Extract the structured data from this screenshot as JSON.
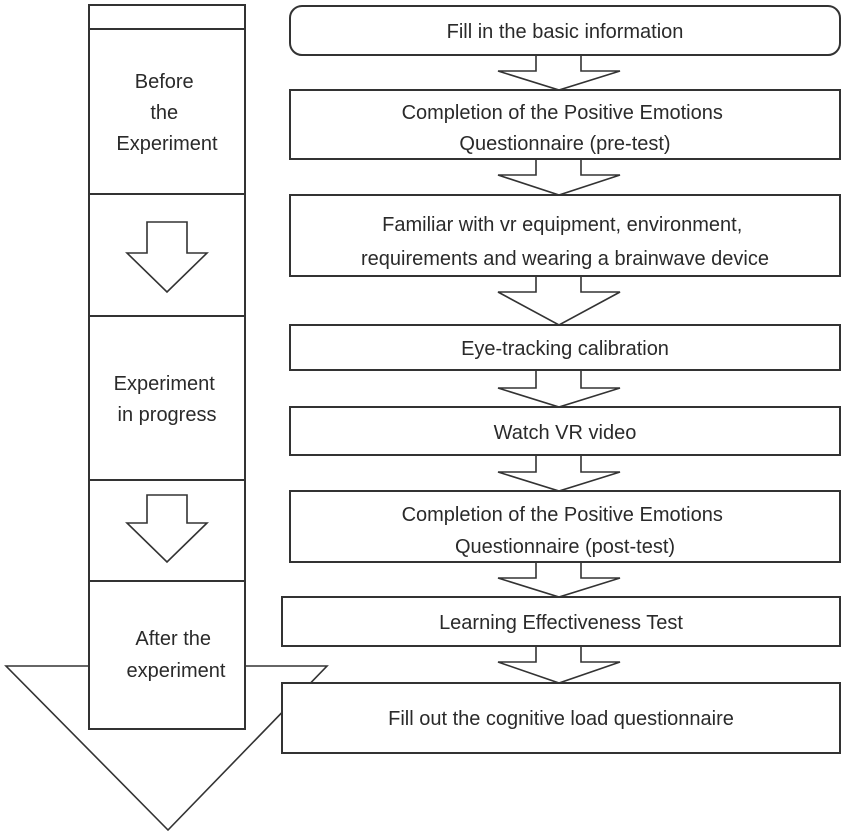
{
  "phases": [
    {
      "label_lines": [
        "Before",
        "the",
        "Experiment"
      ]
    },
    {
      "label_lines": [
        "Experiment",
        "in progress"
      ]
    },
    {
      "label_lines": [
        "After the",
        "experiment"
      ]
    }
  ],
  "steps": [
    {
      "lines": [
        "Fill in the basic information"
      ]
    },
    {
      "lines": [
        "Completion of the Positive Emotions",
        "Questionnaire (pre-test)"
      ]
    },
    {
      "lines": [
        "Familiar with vr equipment, environment,",
        "requirements and wearing a brainwave device"
      ]
    },
    {
      "lines": [
        "Eye-tracking calibration"
      ]
    },
    {
      "lines": [
        "Watch VR video"
      ]
    },
    {
      "lines": [
        "Completion of the Positive Emotions",
        "Questionnaire (post-test)"
      ]
    },
    {
      "lines": [
        "Learning Effectiveness Test"
      ]
    },
    {
      "lines": [
        "Fill out the cognitive load questionnaire"
      ]
    }
  ]
}
